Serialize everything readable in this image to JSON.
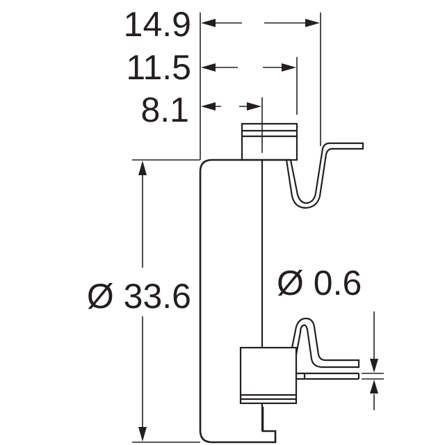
{
  "drawing": {
    "dimensions": {
      "width_overall": "14.9",
      "width_mid": "11.5",
      "width_inner": "8.1",
      "diameter_body": "Ø 33.6",
      "diameter_pin": "Ø 0.6"
    }
  }
}
